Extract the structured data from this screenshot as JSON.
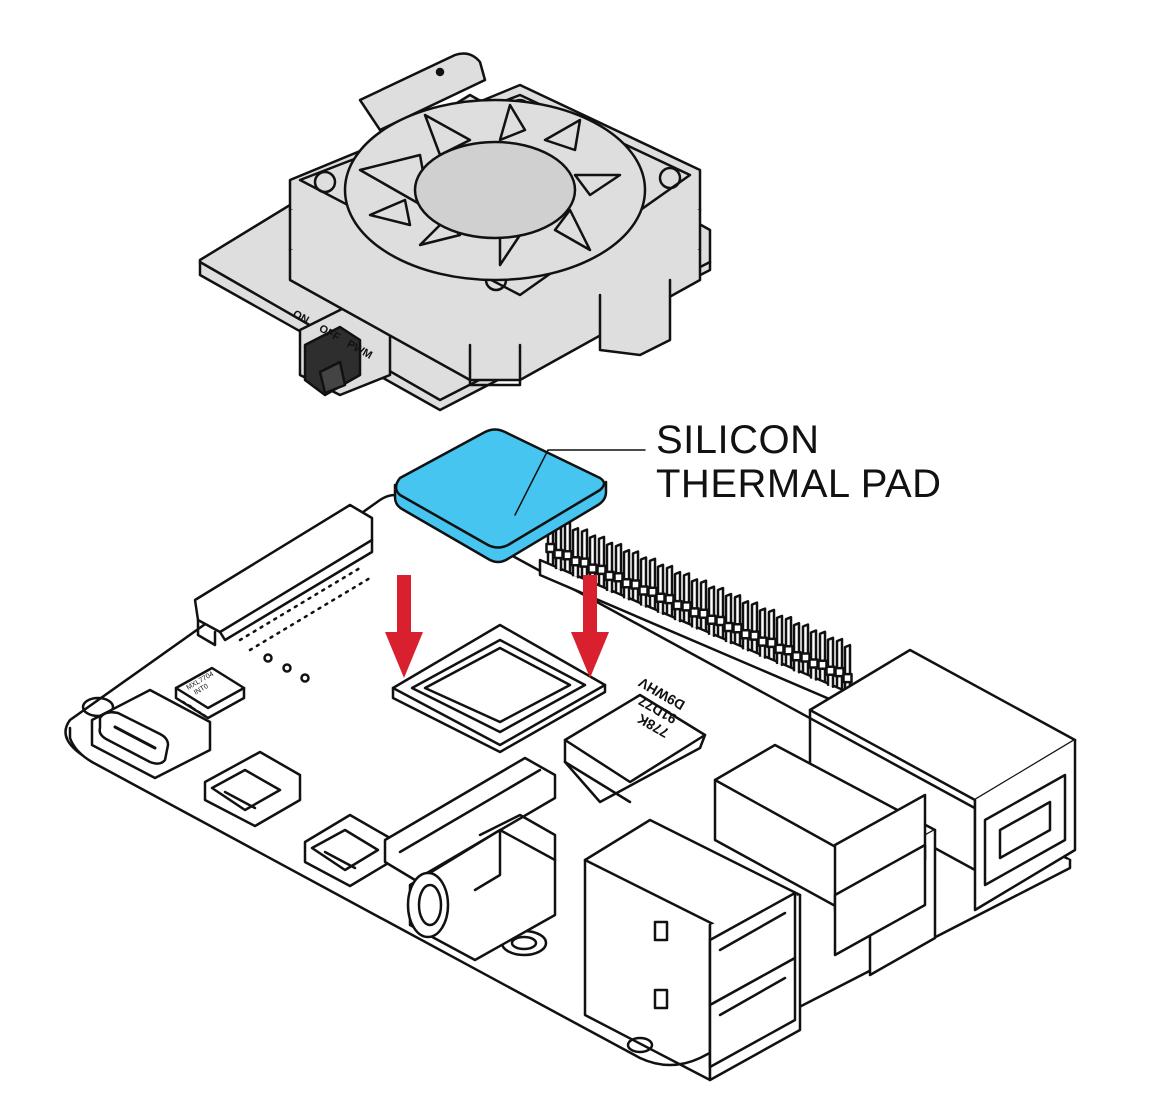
{
  "callout": {
    "line1": "SILICON",
    "line2": "THERMAL PAD"
  },
  "fan_switch_labels": [
    "ON",
    "OFF",
    "PWM"
  ],
  "ram_chip_lines": [
    "778K",
    "91D77",
    "D9WHV"
  ],
  "small_chip_lines": [
    "MXL7704",
    "INT0"
  ],
  "colors": {
    "thermal_pad": "#45c5ef",
    "arrow": "#d8202e",
    "fan_body": "#dedede",
    "outline": "#111111",
    "board": "#ffffff"
  },
  "icons": {
    "fan": "cooling-fan-icon",
    "arrow": "down-arrow-icon"
  }
}
